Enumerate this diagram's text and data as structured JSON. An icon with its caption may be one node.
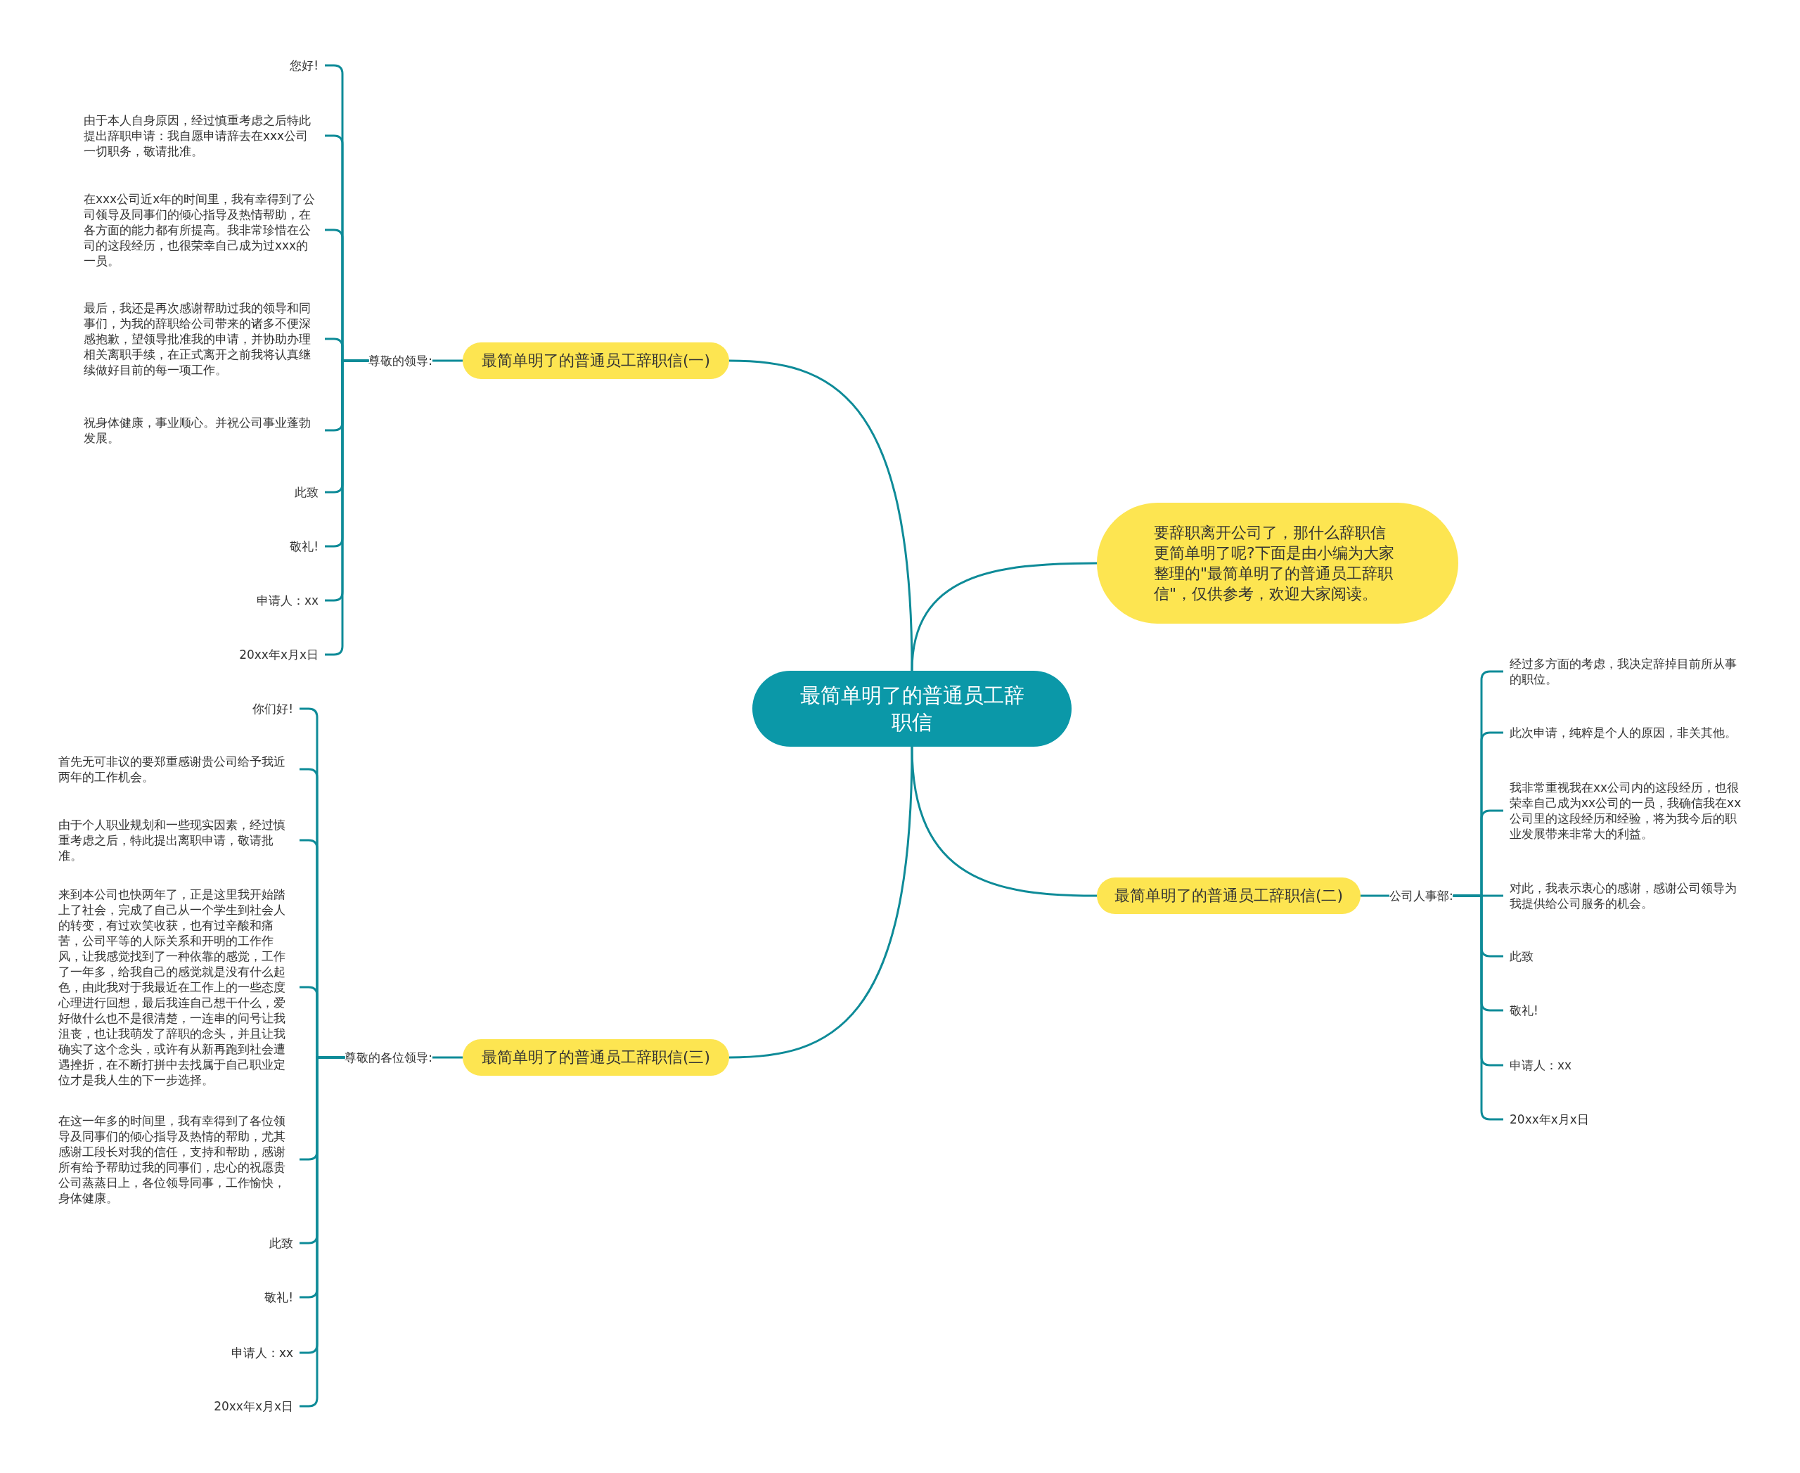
{
  "diagram": {
    "nodes": [
      {
        "text": [
          "最简单明了的普通员工辞职信"
        ]
      },
      {
        "text": [
          "最简单明了的普通员工辞职信(一)"
        ]
      },
      {
        "text": [
          "尊敬的领导:"
        ]
      },
      {
        "text": [
          "您好!"
        ]
      },
      {
        "text": [
          "由于本人自身原因，经过慎重考虑之后特此提出辞职申请：我自愿申请辞去在xxx公司一切职务，敬请批准。"
        ]
      },
      {
        "text": [
          "在xxx公司近x年的时间里，我有幸得到了公司领导及同事们的倾心指导及热情帮助，在各方面的能力都有所提高。我非常珍惜在公司的这段经历，也很荣幸自己成为过xxx的一员。"
        ]
      },
      {
        "text": [
          "最后，我还是再次感谢帮助过我的领导和同事们，为我的辞职给公司带来的诸多不便深感抱歉，望领导批准我的申请，并协助办理相关离职手续，在正式离开之前我将认真继续做好目前的每一项工作。"
        ]
      },
      {
        "text": [
          "祝身体健康，事业顺心。并祝公司事业蓬勃发展。"
        ]
      },
      {
        "text": [
          "此致"
        ]
      },
      {
        "text": [
          "敬礼!"
        ]
      },
      {
        "text": [
          "申请人：xx"
        ]
      },
      {
        "text": [
          "20xx年x月x日"
        ]
      },
      {
        "text": [
          "要辞职离开公司了，那什么辞职信更简单明了呢?下面是由小编为大家整理的\"最简单明了的普通员工辞职信\"，仅供参考，欢迎大家阅读。"
        ]
      },
      {
        "text": [
          "最简单明了的普通员工辞职信(二)"
        ]
      },
      {
        "text": [
          "公司人事部:"
        ]
      },
      {
        "text": [
          "经过多方面的考虑，我决定辞掉目前所从事的职位。"
        ]
      },
      {
        "text": [
          "此次申请，纯粹是个人的原因，非关其他。"
        ]
      },
      {
        "text": [
          "我非常重视我在xx公司内的这段经历，也很荣幸自己成为xx公司的一员，我确信我在xx公司里的这段经历和经验，将为我今后的职业发展带来非常大的利益。"
        ]
      },
      {
        "text": [
          "对此，我表示衷心的感谢，感谢公司领导为我提供给公司服务的机会。"
        ]
      },
      {
        "text": [
          "此致"
        ]
      },
      {
        "text": [
          "敬礼!"
        ]
      },
      {
        "text": [
          "申请人：xx"
        ]
      },
      {
        "text": [
          "20xx年x月x日"
        ]
      },
      {
        "text": [
          "最简单明了的普通员工辞职信(三)"
        ]
      },
      {
        "text": [
          "尊敬的各位领导:"
        ]
      },
      {
        "text": [
          "你们好!"
        ]
      },
      {
        "text": [
          "首先无可非议的要郑重感谢贵公司给予我近两年的工作机会。"
        ]
      },
      {
        "text": [
          "由于个人职业规划和一些现实因素，经过慎重考虑之后，特此提出离职申请，敬请批准。"
        ]
      },
      {
        "text": [
          "来到本公司也快两年了，正是这里我开始踏上了社会，完成了自己从一个学生到社会人的转变，有过欢笑收获，也有过辛酸和痛苦，公司平等的人际关系和开明的工作作风，让我感觉找到了一种依靠的感觉，工作了一年多，给我自己的感觉就是没有什么起色，由此我对于我最近在工作上的一些态度心理进行回想，最后我连自己想干什么，爱好做什么也不是很清楚，一连串的问号让我沮丧，也让我萌发了辞职的念头，并且让我确实了这个念头，或许有从新再跑到社会遭遇挫折，在不断打拼中去找属于自己职业定位才是我人生的下一步选择。"
        ]
      },
      {
        "text": [
          "在这一年多的时间里，我有幸得到了各位领导及同事们的倾心指导及热情的帮助，尤其感谢工段长对我的信任，支持和帮助，感谢所有给予帮助过我的同事们，忠心的祝愿贵公司蒸蒸日上，各位领导同事，工作愉快，身体健康。"
        ]
      },
      {
        "text": [
          "此致"
        ]
      },
      {
        "text": [
          "敬礼!"
        ]
      },
      {
        "text": [
          "申请人：xx"
        ]
      },
      {
        "text": [
          "20xx年x月x日"
        ]
      }
    ],
    "edges": [
      {
        "from": 0,
        "to": 1,
        "arrow": "none"
      },
      {
        "from": 0,
        "to": 12,
        "arrow": "none"
      },
      {
        "from": 0,
        "to": 13,
        "arrow": "none"
      },
      {
        "from": 0,
        "to": 23,
        "arrow": "none"
      },
      {
        "from": 1,
        "to": 2,
        "arrow": "none"
      },
      {
        "from": 2,
        "to": 3,
        "arrow": "none"
      },
      {
        "from": 2,
        "to": 4,
        "arrow": "none"
      },
      {
        "from": 2,
        "to": 5,
        "arrow": "none"
      },
      {
        "from": 2,
        "to": 6,
        "arrow": "none"
      },
      {
        "from": 2,
        "to": 7,
        "arrow": "none"
      },
      {
        "from": 2,
        "to": 8,
        "arrow": "none"
      },
      {
        "from": 2,
        "to": 9,
        "arrow": "none"
      },
      {
        "from": 2,
        "to": 10,
        "arrow": "none"
      },
      {
        "from": 2,
        "to": 11,
        "arrow": "none"
      },
      {
        "from": 13,
        "to": 14,
        "arrow": "none"
      },
      {
        "from": 14,
        "to": 15,
        "arrow": "none"
      },
      {
        "from": 14,
        "to": 16,
        "arrow": "none"
      },
      {
        "from": 14,
        "to": 17,
        "arrow": "none"
      },
      {
        "from": 14,
        "to": 18,
        "arrow": "none"
      },
      {
        "from": 14,
        "to": 19,
        "arrow": "none"
      },
      {
        "from": 14,
        "to": 20,
        "arrow": "none"
      },
      {
        "from": 14,
        "to": 21,
        "arrow": "none"
      },
      {
        "from": 14,
        "to": 22,
        "arrow": "none"
      },
      {
        "from": 23,
        "to": 24,
        "arrow": "none"
      },
      {
        "from": 24,
        "to": 25,
        "arrow": "none"
      },
      {
        "from": 24,
        "to": 26,
        "arrow": "none"
      },
      {
        "from": 24,
        "to": 27,
        "arrow": "none"
      },
      {
        "from": 24,
        "to": 28,
        "arrow": "none"
      },
      {
        "from": 24,
        "to": 29,
        "arrow": "none"
      },
      {
        "from": 24,
        "to": 30,
        "arrow": "none"
      },
      {
        "from": 24,
        "to": 31,
        "arrow": "none"
      },
      {
        "from": 24,
        "to": 32,
        "arrow": "none"
      },
      {
        "from": 24,
        "to": 33,
        "arrow": "none"
      }
    ]
  }
}
